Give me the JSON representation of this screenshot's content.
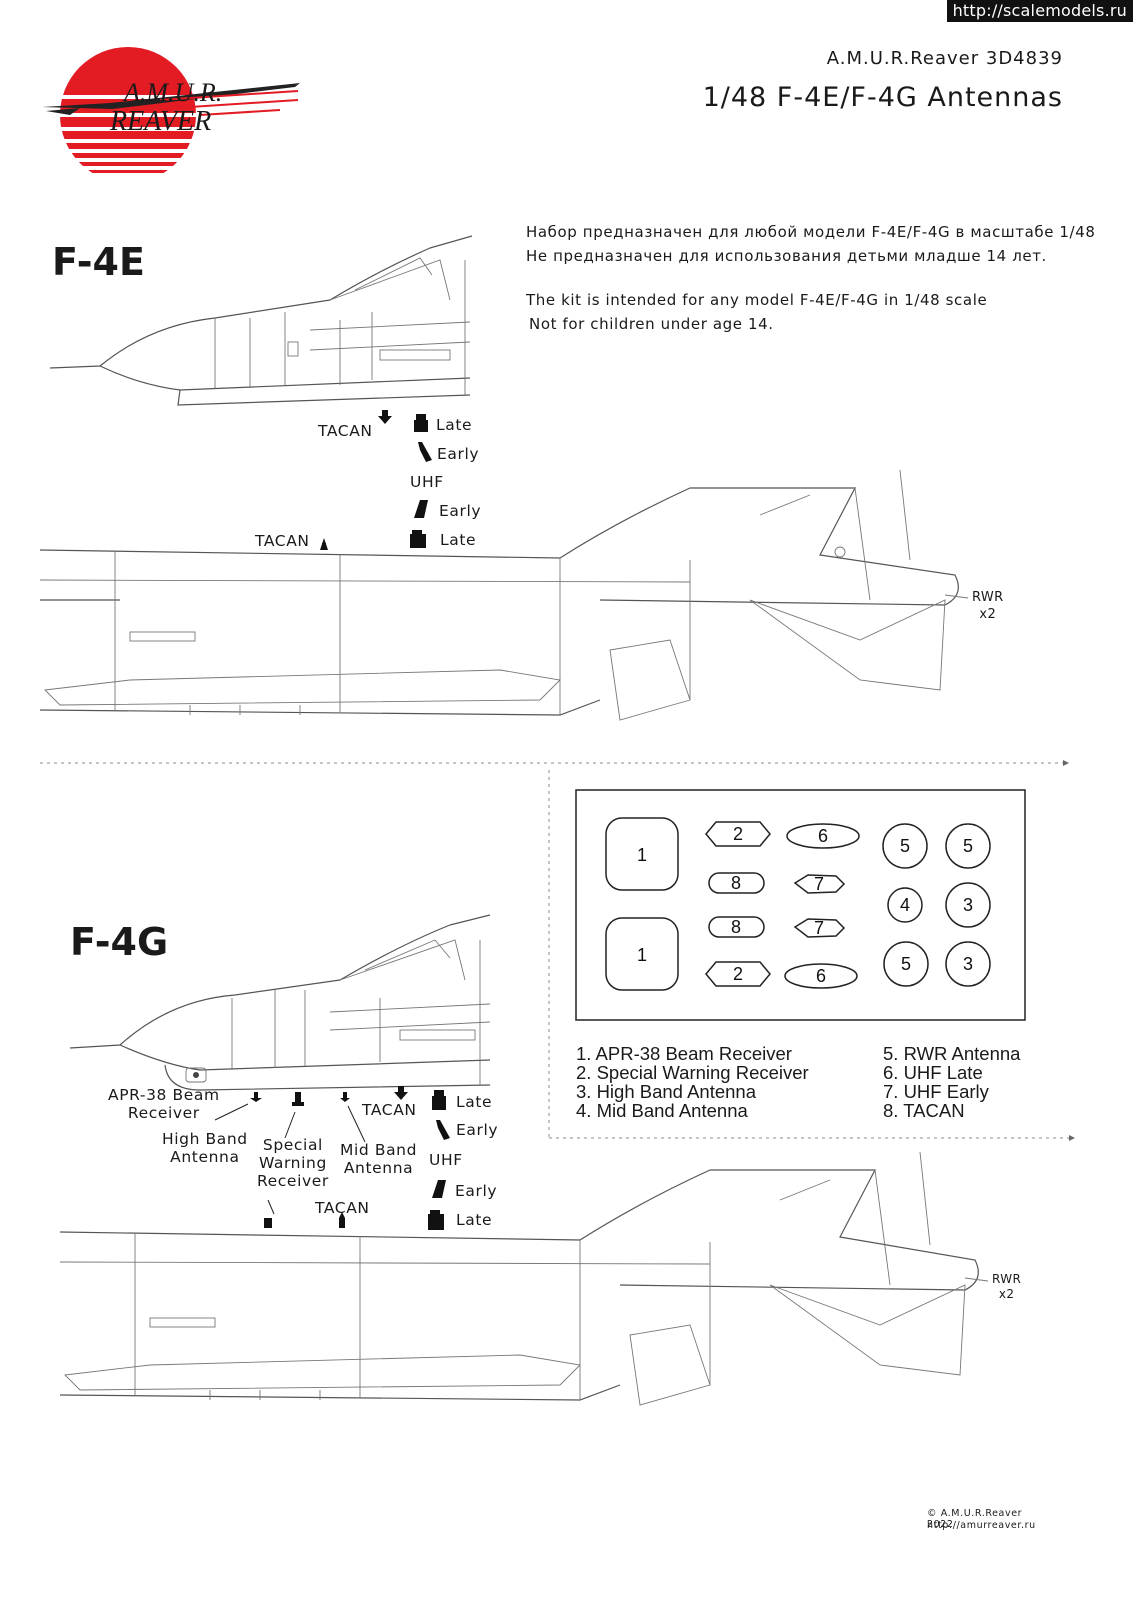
{
  "watermark": "http://scalemodels.ru",
  "logo": {
    "line1": "A.M.U.R.",
    "line2": "REAVER",
    "brand_red": "#e31b23"
  },
  "header": {
    "product_code": "A.M.U.R.Reaver 3D4839",
    "title": "1/48 F-4E/F-4G Antennas"
  },
  "intro": {
    "ru_line1": "Набор предназначен для любой модели F-4E/F-4G в масштабе 1/48",
    "ru_line2": "Не предназначен для использования детьми младше 14 лет.",
    "en_line1": "The kit is intended for any model F-4E/F-4G in 1/48 scale",
    "en_line2": "Not for children under age 14."
  },
  "f4e": {
    "title": "F-4E",
    "tacan_top": "TACAN",
    "late_top": "Late",
    "early_top": "Early",
    "uhf": "UHF",
    "early_bottom": "Early",
    "late_bottom": "Late",
    "tacan_bottom": "TACAN",
    "rwr": "RWR",
    "rwr_count": "x2"
  },
  "f4g": {
    "title": "F-4G",
    "apr_line1": "APR-38 Beam",
    "apr_line2": "Receiver",
    "high_line1": "High Band",
    "high_line2": "Antenna",
    "special_line1": "Special",
    "special_line2": "Warning",
    "special_line3": "Receiver",
    "mid_line1": "Mid Band",
    "mid_line2": "Antenna",
    "tacan_top": "TACAN",
    "late_top": "Late",
    "early_top": "Early",
    "uhf": "UHF",
    "early_bottom": "Early",
    "late_bottom": "Late",
    "tacan_bottom": "TACAN",
    "rwr": "RWR",
    "rwr_count": "x2"
  },
  "parts_sheet": {
    "parts": [
      "1",
      "1",
      "2",
      "2",
      "6",
      "6",
      "8",
      "8",
      "7",
      "7",
      "5",
      "5",
      "5",
      "4",
      "3",
      "3"
    ]
  },
  "legend": {
    "items": [
      "1. APR-38 Beam Receiver",
      "2. Special Warning Receiver",
      "3. High Band Antenna",
      "4. Mid Band Antenna",
      "5. RWR Antenna",
      "6. UHF Late",
      "7. UHF Early",
      "8. TACAN"
    ]
  },
  "footer": {
    "copyright": "© A.M.U.R.Reaver 2022",
    "url": "http://amurreaver.ru"
  }
}
